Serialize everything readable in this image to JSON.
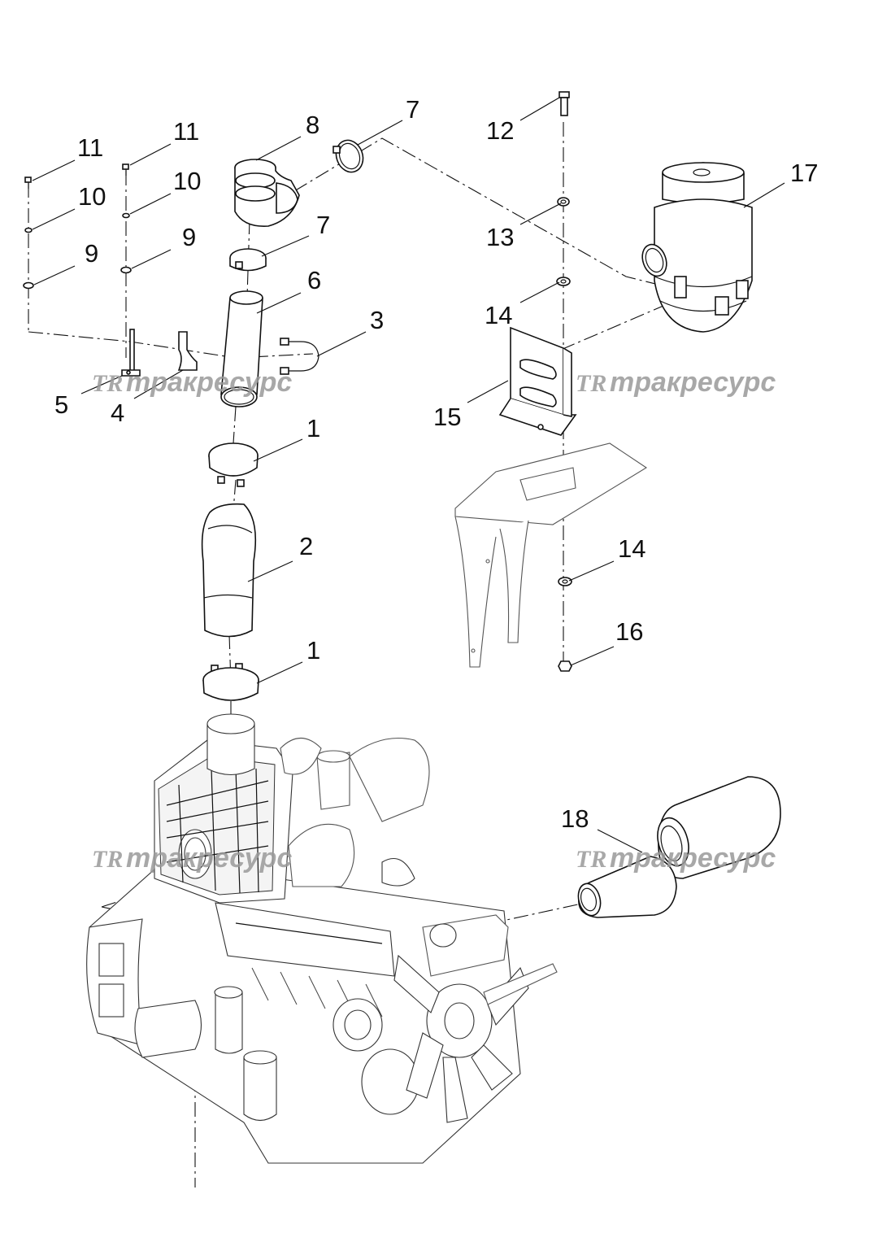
{
  "callouts": [
    {
      "id": "1a",
      "text": "1"
    },
    {
      "id": "1b",
      "text": "1"
    },
    {
      "id": "2",
      "text": "2"
    },
    {
      "id": "3",
      "text": "3"
    },
    {
      "id": "4",
      "text": "4"
    },
    {
      "id": "5",
      "text": "5"
    },
    {
      "id": "6",
      "text": "6"
    },
    {
      "id": "7a",
      "text": "7"
    },
    {
      "id": "7b",
      "text": "7"
    },
    {
      "id": "8",
      "text": "8"
    },
    {
      "id": "9a",
      "text": "9"
    },
    {
      "id": "9b",
      "text": "9"
    },
    {
      "id": "10a",
      "text": "10"
    },
    {
      "id": "10b",
      "text": "10"
    },
    {
      "id": "11a",
      "text": "11"
    },
    {
      "id": "11b",
      "text": "11"
    },
    {
      "id": "12",
      "text": "12"
    },
    {
      "id": "13",
      "text": "13"
    },
    {
      "id": "14a",
      "text": "14"
    },
    {
      "id": "14b",
      "text": "14"
    },
    {
      "id": "15",
      "text": "15"
    },
    {
      "id": "16",
      "text": "16"
    },
    {
      "id": "17",
      "text": "17"
    },
    {
      "id": "18",
      "text": "18"
    }
  ],
  "watermark": {
    "logo": "TR",
    "text": "тракресурс",
    "color": "#9a9a9a"
  },
  "colors": {
    "line": "#111111",
    "background": "#ffffff"
  }
}
